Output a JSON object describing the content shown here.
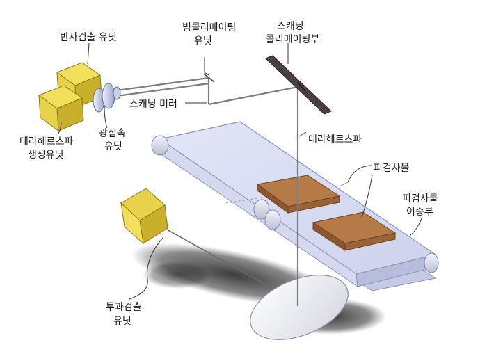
{
  "labels": {
    "reflection_unit": "반사검출 유닛",
    "beam_collimating_1": "빔콜리메이팅",
    "beam_collimating_2": "유닛",
    "scanning_collimating_1": "스캐닝",
    "scanning_collimating_2": "콜리메이팅부",
    "scanning_mirror": "스캐닝 미러",
    "focusing_unit_1": "광집속",
    "focusing_unit_2": "유닛",
    "thz_generation_1": "테라헤르츠파",
    "thz_generation_2": "생성유닛",
    "thz_wave": "테라헤르츠파",
    "specimen": "피검사물",
    "specimen_transfer_1": "피검사물",
    "specimen_transfer_2": "이송부",
    "transmission_unit_1": "투과검출",
    "transmission_unit_2": "유닛"
  }
}
